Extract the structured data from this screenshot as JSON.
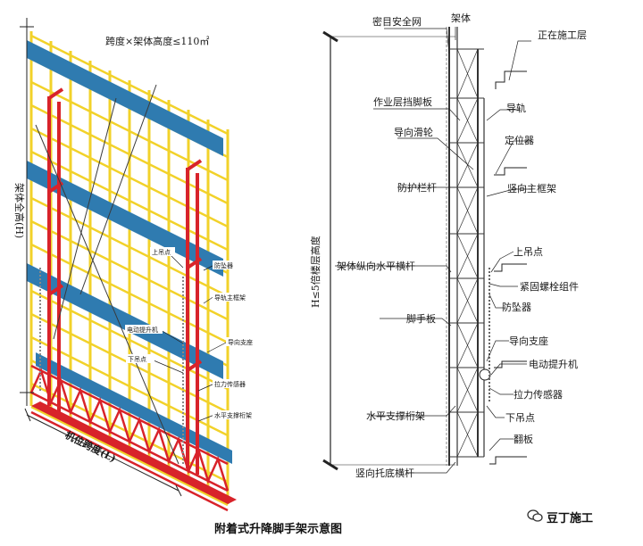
{
  "left_figure": {
    "formula": "跨度×架体高度≤110㎡",
    "height_label": "架体全高(H)",
    "span_label": "机位跨度(L)",
    "callouts": [
      "上吊点",
      "防坠器",
      "导轨主框架",
      "电动提升机",
      "导向支座",
      "下吊点",
      "拉力传感器",
      "水平支撑桁架"
    ]
  },
  "right_figure": {
    "height_rule": "H≤5倍楼层高度",
    "labels": [
      "密目安全网",
      "架体",
      "正在施工层",
      "作业层挡脚板",
      "导轨",
      "导向滑轮",
      "定位器",
      "防护栏杆",
      "竖向主框架",
      "上吊点",
      "架体纵向水平横杆",
      "紧固螺栓组件",
      "防坠器",
      "脚手板",
      "导向支座",
      "电动提升机",
      "拉力传感器",
      "水平支撑桁架",
      "下吊点",
      "翻板",
      "竖向托底横杆"
    ]
  },
  "caption": "附着式升降脚手架示意图",
  "brand": "豆丁施工",
  "colors": {
    "scaffold_yellow": "#f2d22a",
    "frame_red": "#d8232a",
    "guard_blue": "#2f7bb0",
    "line": "#222222"
  }
}
